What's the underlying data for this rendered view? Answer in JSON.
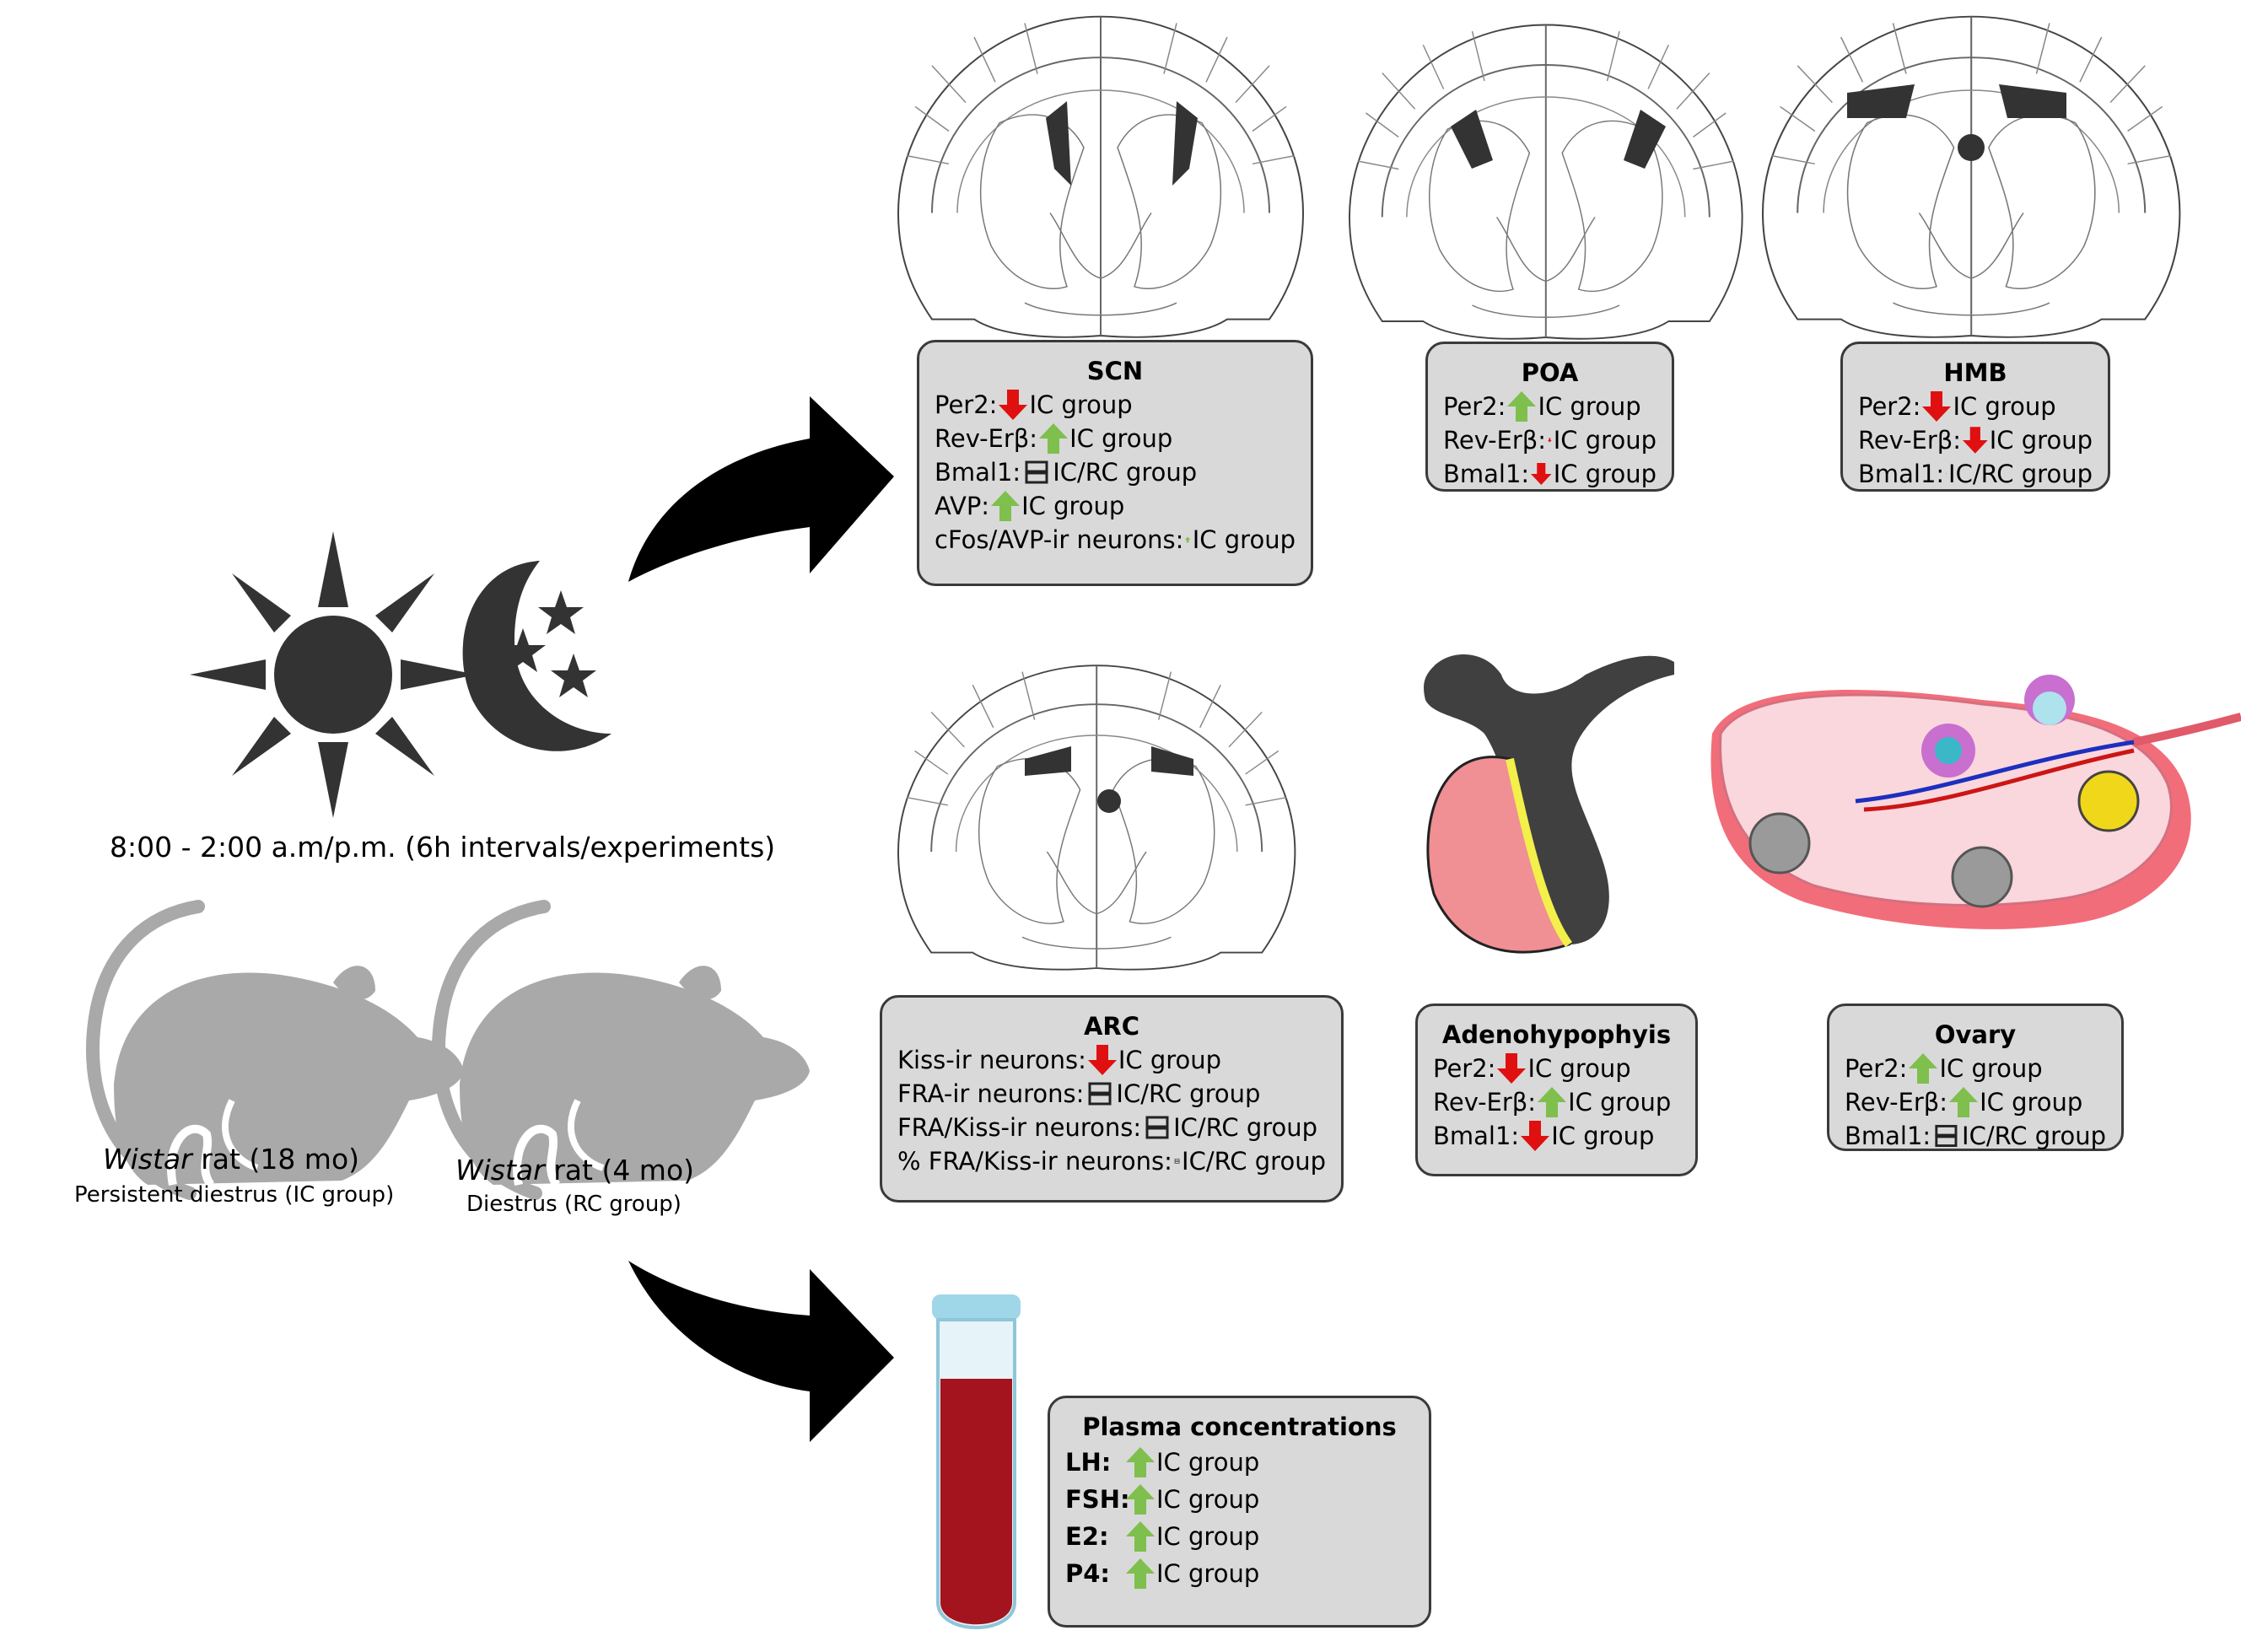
{
  "time_caption": "8:00 - 2:00 a.m/p.m. (6h intervals/experiments)",
  "rats": [
    {
      "species": "Wistar",
      "age": " rat (18 mo)",
      "state": "Persistent diestrus (IC group)"
    },
    {
      "species": "Wistar",
      "age": " rat (4 mo)",
      "state": "Diestrus (RC group)"
    }
  ],
  "icon_names": [
    "sun-icon",
    "moon-icon",
    "star-icon",
    "rat-icon",
    "curved-arrow-icon",
    "up-arrow-icon",
    "down-arrow-icon",
    "equal-icon",
    "blood-tube-icon"
  ],
  "colors": {
    "up": "#7fbf4d",
    "down": "#e01010",
    "box": "#d9d9d9",
    "border": "#3a3a3a"
  },
  "boxes": {
    "scn": {
      "title": "SCN",
      "rows": [
        {
          "label": "Per2:",
          "mark": "down",
          "text": "IC group"
        },
        {
          "label": "Rev-Erβ:",
          "mark": "up",
          "text": "IC group"
        },
        {
          "label": "Bmal1:",
          "mark": "eq",
          "text": "IC/RC group"
        },
        {
          "label": "AVP:",
          "mark": "up",
          "text": "IC group"
        },
        {
          "label": "cFos/AVP-ir neurons:",
          "mark": "up",
          "text": "IC group"
        }
      ]
    },
    "poa": {
      "title": "POA",
      "rows": [
        {
          "label": "Per2:",
          "mark": "up",
          "text": "IC group"
        },
        {
          "label": "Rev-Erβ:",
          "mark": "down",
          "text": "IC group"
        },
        {
          "label": "Bmal1:",
          "mark": "down",
          "text": "IC group"
        }
      ]
    },
    "hmb": {
      "title": "HMB",
      "rows": [
        {
          "label": "Per2:",
          "mark": "down",
          "text": "IC group"
        },
        {
          "label": "Rev-Erβ:",
          "mark": "down",
          "text": "IC group"
        },
        {
          "label": "Bmal1:",
          "mark": "eq",
          "text": "IC/RC group"
        }
      ]
    },
    "arc": {
      "title": "ARC",
      "rows": [
        {
          "label": "Kiss-ir neurons:",
          "mark": "down",
          "text": "IC group"
        },
        {
          "label": "FRA-ir neurons:",
          "mark": "eq",
          "text": "IC/RC group"
        },
        {
          "label": "FRA/Kiss-ir neurons:",
          "mark": "eq",
          "text": "IC/RC group"
        },
        {
          "label": "% FRA/Kiss-ir neurons:",
          "mark": "eq",
          "text": "IC/RC group"
        }
      ]
    },
    "adeno": {
      "title": "Adenohypophyis",
      "rows": [
        {
          "label": "Per2:",
          "mark": "down",
          "text": "IC group"
        },
        {
          "label": "Rev-Erβ:",
          "mark": "up",
          "text": "IC group"
        },
        {
          "label": "Bmal1:",
          "mark": "down",
          "text": "IC group"
        }
      ]
    },
    "ovary": {
      "title": "Ovary",
      "rows": [
        {
          "label": "Per2:",
          "mark": "up",
          "text": "IC group"
        },
        {
          "label": "Rev-Erβ:",
          "mark": "up",
          "text": "IC group"
        },
        {
          "label": "Bmal1:",
          "mark": "eq",
          "text": "IC/RC group"
        }
      ]
    },
    "plasma": {
      "title": "Plasma concentrations",
      "rows": [
        {
          "label": "LH:",
          "mark": "up",
          "text": "IC group"
        },
        {
          "label": "FSH:",
          "mark": "up",
          "text": "IC group"
        },
        {
          "label": "E2:",
          "mark": "up",
          "text": "IC group"
        },
        {
          "label": "P4:",
          "mark": "up",
          "text": "IC group"
        }
      ]
    }
  }
}
